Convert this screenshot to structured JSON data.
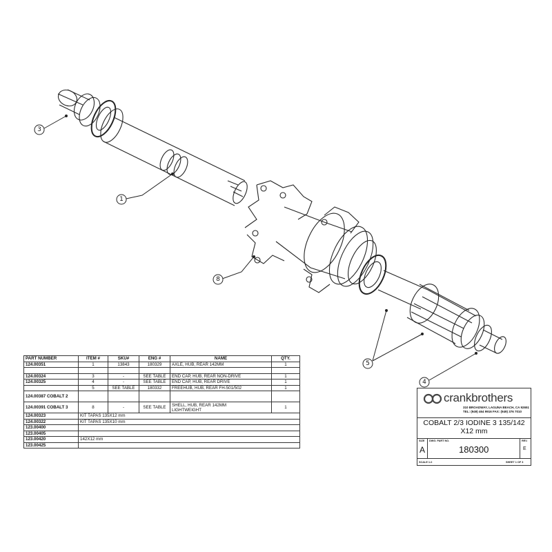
{
  "callouts": {
    "c1": "1",
    "c3": "3",
    "c4": "4",
    "c5": "5",
    "c8": "8"
  },
  "table": {
    "headers": [
      "PART NUMBER",
      "ITEM #",
      "SKU#",
      "ENG #",
      "NAME",
      "QTY."
    ],
    "rows": [
      {
        "part": "124.00351",
        "item": "1",
        "sku": "13843",
        "eng": "180329",
        "name": "AXLE, HUB, REAR 142MM",
        "qty": "1"
      },
      {
        "part": "",
        "item": "",
        "sku": "",
        "eng": "",
        "name": "",
        "qty": ""
      },
      {
        "part": "124.00324",
        "item": "3",
        "sku": "-",
        "eng": "SEE TABLE",
        "name": "END CAP, HUB, REAR NON-DRIVE",
        "qty": "1"
      },
      {
        "part": "124.00325",
        "item": "4",
        "sku": "-",
        "eng": "SEE TABLE",
        "name": "END CAP, HUB, REAR DRIVE",
        "qty": "1"
      },
      {
        "part": "",
        "item": "5",
        "sku": "SEE TABLE",
        "eng": "180332",
        "name": "FREEHUB, HUB, REAR FH-501/502",
        "qty": "1"
      },
      {
        "part": "124.00387 COBALT 2",
        "item": "",
        "sku": "",
        "eng": "",
        "name": "",
        "qty": ""
      },
      {
        "part": "124.00391 COBALT 3",
        "item": "8",
        "sku": "-",
        "eng": "SEE TABLE",
        "name": "SHELL, HUB, REAR 142MM\nLIGHTWEIGHT",
        "qty": "1"
      }
    ],
    "kit_rows": [
      {
        "part": "124.00323",
        "desc": "KIT TAPAS 135X12 mm"
      },
      {
        "part": "124.00322",
        "desc": "KIT TAPAS 135X10 mm"
      },
      {
        "part": "123.00400",
        "desc": ""
      },
      {
        "part": "123.00405",
        "desc": ""
      },
      {
        "part": "123.00420",
        "desc": "142X12 mm"
      },
      {
        "part": "123.00425",
        "desc": ""
      }
    ]
  },
  "title_block": {
    "logo": "crankbrothers",
    "address_line1": "310 BROADWAY, LAGUNA BEACH, CA 92651",
    "address_line2": "TEL: (949) 464 9916  FAX: (949) 376 7010",
    "title_line1": "COBALT 2/3  IODINE 3 135/142",
    "title_line2": "X12 mm",
    "size_label": "SIZE",
    "size_value": "A",
    "dwg_label": "DWG. PART NO.",
    "dwg_value": "180300",
    "rev_label": "REV.",
    "rev_value": "E",
    "scale": "SCALE 1:2",
    "sheet": "SHEET 1 OF 3"
  }
}
